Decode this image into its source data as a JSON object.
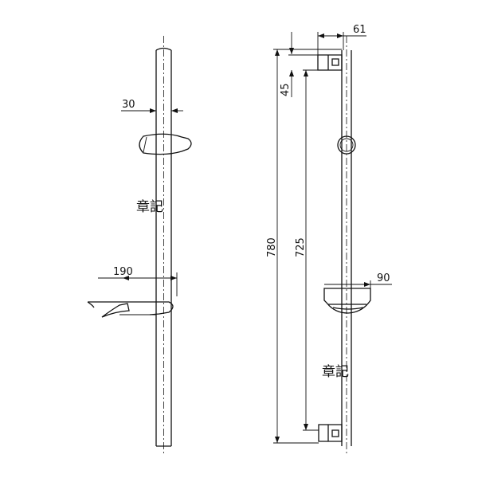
{
  "dimensions": {
    "bar_width": "30",
    "holder_length": "190",
    "height_overall": "780",
    "height_between": "725",
    "bracket_offset": "45",
    "depth": "61",
    "holder_depth": "90"
  },
  "brand_mark": "章記"
}
